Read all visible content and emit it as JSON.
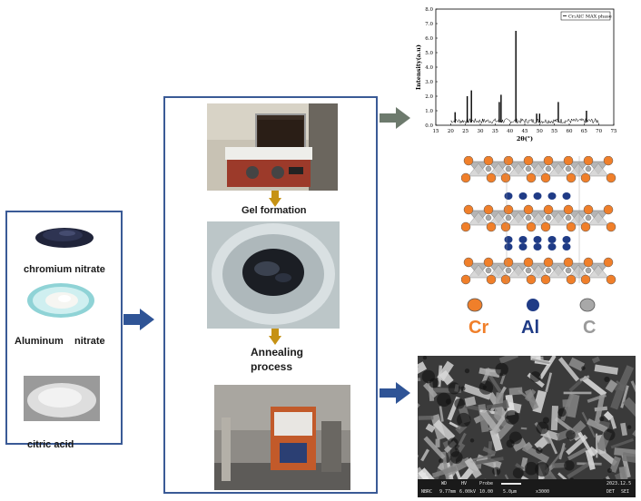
{
  "precursors": {
    "items": [
      {
        "label": "chromium nitrate"
      },
      {
        "label": "Aluminum    nitrate"
      },
      {
        "label": "citric acid"
      }
    ]
  },
  "process": {
    "steps": [
      {
        "label": "Gel formation"
      },
      {
        "label": "Annealing\nprocess"
      }
    ]
  },
  "xrd": {
    "legend": "Cr₂AlC MAX phase",
    "ylabel": "Intensity(a.u)",
    "xlabel": "2θ(°)",
    "xticks": [
      "15",
      "20",
      "25",
      "30",
      "35",
      "40",
      "45",
      "50",
      "55",
      "60",
      "65",
      "70",
      "75"
    ],
    "yticks": [
      "0",
      "1",
      "2",
      "3",
      "4",
      "5",
      "6",
      "7",
      "8"
    ]
  },
  "chart_data": {
    "type": "line",
    "title": "",
    "xlabel": "2θ(°)",
    "ylabel": "Intensity(a.u)",
    "xlim": [
      15,
      75
    ],
    "ylim": [
      0,
      8
    ],
    "series": [
      {
        "name": "Cr₂AlC MAX phase",
        "peaks": [
          {
            "x": 21.5,
            "y": 0.9
          },
          {
            "x": 25.6,
            "y": 2.0
          },
          {
            "x": 27.0,
            "y": 2.4
          },
          {
            "x": 36.4,
            "y": 1.6
          },
          {
            "x": 37.0,
            "y": 2.1
          },
          {
            "x": 42.0,
            "y": 6.5
          },
          {
            "x": 49.0,
            "y": 0.8
          },
          {
            "x": 50.0,
            "y": 0.8
          },
          {
            "x": 56.3,
            "y": 1.6
          },
          {
            "x": 65.8,
            "y": 1.0
          }
        ]
      }
    ]
  },
  "structure": {
    "legend": [
      {
        "symbol": "Cr",
        "color": "#f07f2a"
      },
      {
        "symbol": "Al",
        "color": "#1f3b86"
      },
      {
        "symbol": "C",
        "color": "#a8a8a8"
      }
    ]
  },
  "sem": {
    "footer_top": [
      "WD",
      "HV",
      "Probe",
      "",
      "2023.12.5"
    ],
    "footer_bottom": [
      "NBRC",
      "9.77mm",
      "6.00kV",
      "10.00",
      "5.0μm",
      "x3000",
      "DET",
      "SEI"
    ]
  },
  "colors": {
    "box_border": "#3a5a96",
    "arrow_blue": "#2f5496",
    "arrow_gray": "#6d7a6d",
    "arrow_gold": "#c69214"
  }
}
